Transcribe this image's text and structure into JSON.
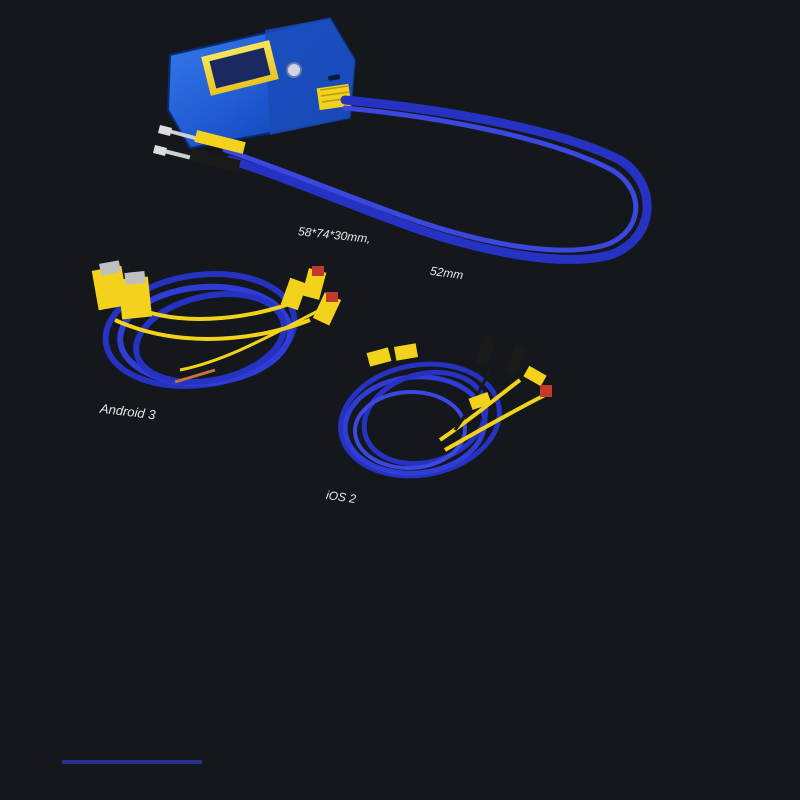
{
  "captions": {
    "dimensions": "58*74*30mm,",
    "length": "52mm",
    "android": "Android 3",
    "ios": "iOS 2"
  },
  "colors": {
    "background": "#14181c",
    "cable_blue": "#2a3ad0",
    "device_blue": "#1f5fd6",
    "connector_yellow": "#f2d21a"
  }
}
